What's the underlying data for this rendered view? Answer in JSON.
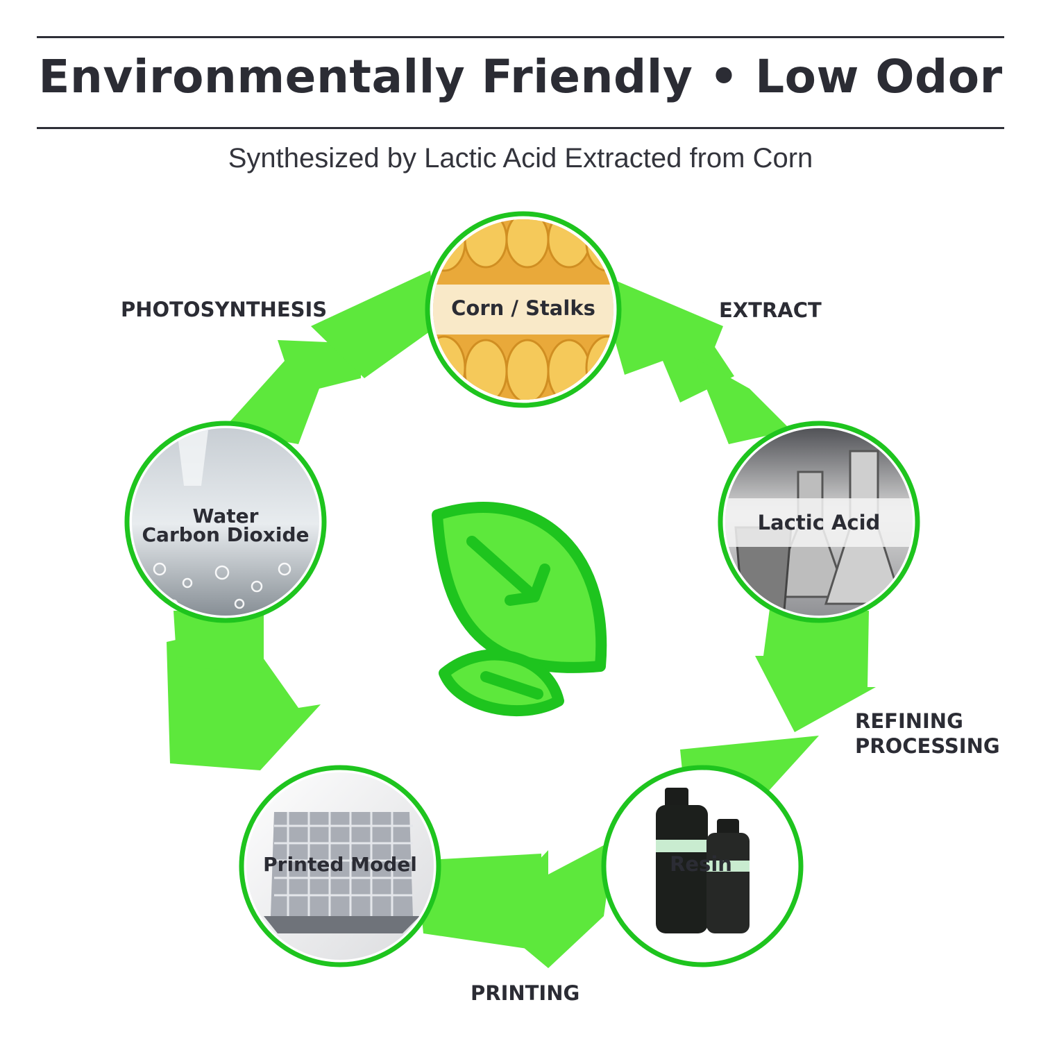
{
  "header": {
    "title": "Environmentally Friendly • Low Odor",
    "subtitle": "Synthesized by Lactic Acid Extracted from Corn"
  },
  "cycle": {
    "nodes": [
      {
        "id": "corn",
        "label": "Corn / Stalks",
        "image": "corn-kernels"
      },
      {
        "id": "lactic",
        "label": "Lactic Acid",
        "image": "lab-flasks"
      },
      {
        "id": "resin",
        "label": "Resin",
        "image": "resin-bottles"
      },
      {
        "id": "model",
        "label": "Printed Model",
        "image": "lattice-model"
      },
      {
        "id": "water",
        "label_line1": "Water",
        "label_line2": "Carbon Dioxide",
        "image": "water-bubbles"
      }
    ],
    "steps": {
      "extract": "EXTRACT",
      "refining_line1": "REFINING",
      "refining_line2": "PROCESSING",
      "printing": "PRINTING",
      "photosynthesis": "PHOTOSYNTHESIS"
    },
    "center_icon": "leaf-icon",
    "colors": {
      "arrow": "#5de83c",
      "ring": "#1ec41e",
      "text": "#2b2c34"
    }
  }
}
